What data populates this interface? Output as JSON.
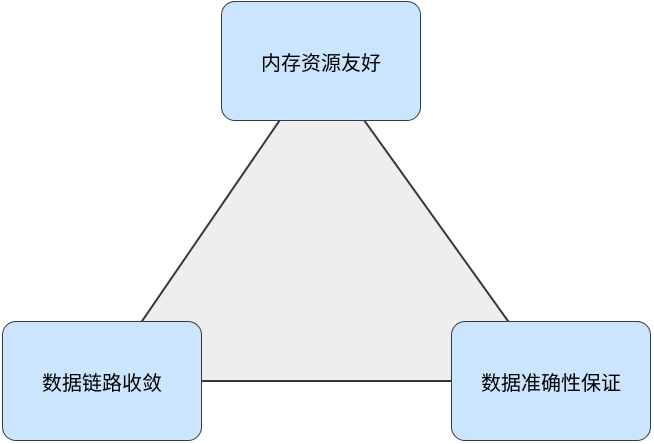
{
  "diagram": {
    "type": "triangle",
    "colors": {
      "node_fill": "#cce5ff",
      "node_stroke": "#36393d",
      "triangle_fill": "#eeeeee",
      "triangle_stroke": "#36393d"
    },
    "nodes": [
      {
        "id": "top",
        "label": "内存资源友好"
      },
      {
        "id": "left",
        "label": "数据链路收敛"
      },
      {
        "id": "right",
        "label": "数据准确性保证"
      }
    ]
  }
}
